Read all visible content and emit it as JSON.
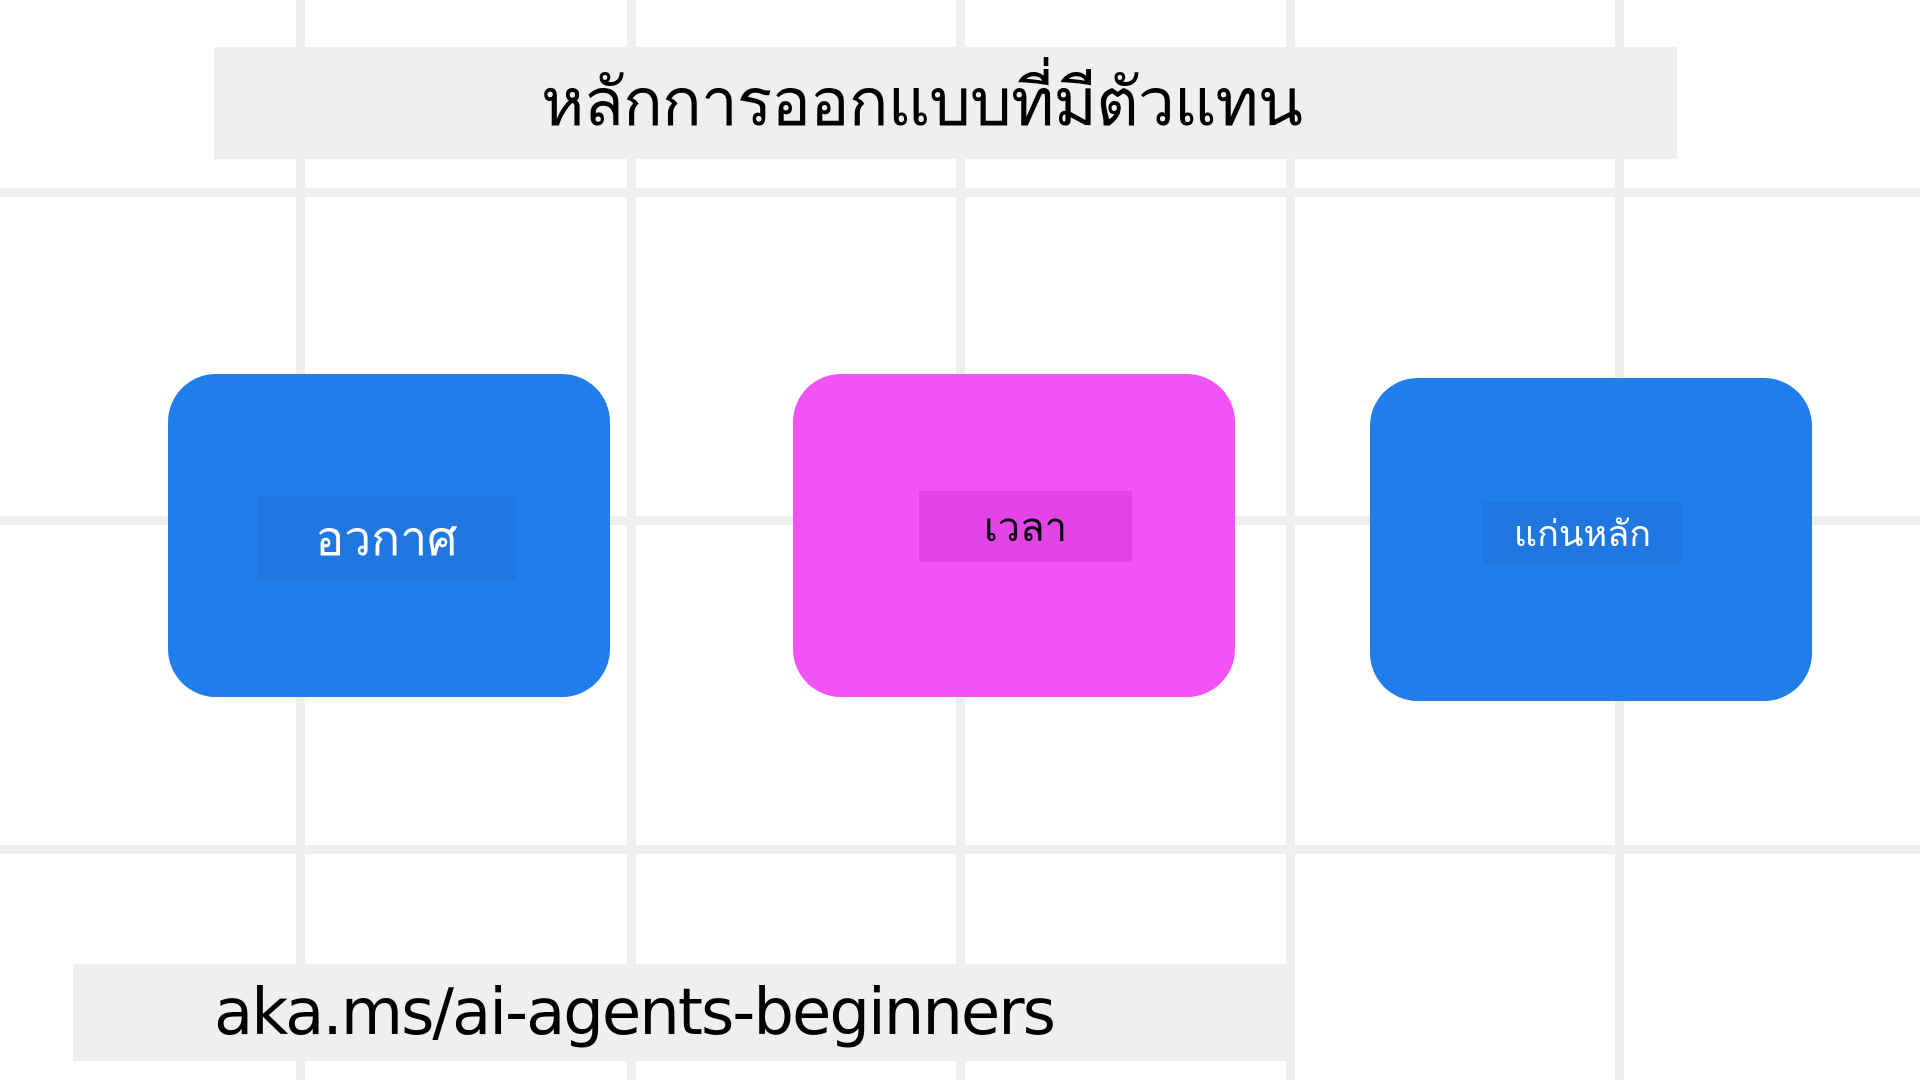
{
  "slide": {
    "title": "หลักการออกแบบที่มีตัวแทน",
    "footer_link": "aka.ms/ai-agents-beginners"
  },
  "grid": {
    "vertical_lines_x": [
      296,
      627,
      956,
      1286,
      1615
    ],
    "horizontal_lines_y": [
      188,
      516,
      845
    ],
    "line_color": "#efefef"
  },
  "cards": [
    {
      "label": "อวกาศ",
      "color": "#207de9",
      "label_band_color": "#1f77df",
      "label_color": "#ffffff"
    },
    {
      "label": "เวลา",
      "color": "#f153f5",
      "label_band_color": "#e244e8",
      "label_color": "#000000"
    },
    {
      "label": "แก่นหลัก",
      "color": "#207de9",
      "label_band_color": "#1f77df",
      "label_color": "#ffffff"
    }
  ],
  "colors": {
    "background": "#ffffff",
    "band": "#efefef",
    "text": "#000000"
  }
}
